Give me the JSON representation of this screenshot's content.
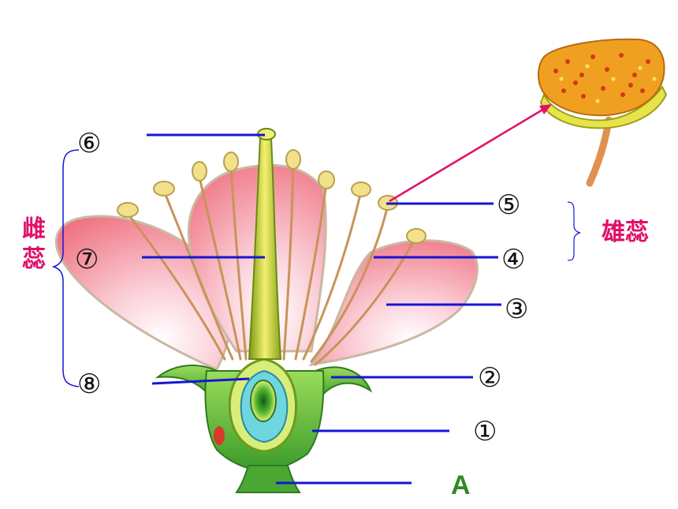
{
  "labels": {
    "n1": "①",
    "n2": "②",
    "n3": "③",
    "n4": "④",
    "n5": "⑤",
    "n6": "⑥",
    "n7": "⑦",
    "n8": "⑧",
    "a": "A",
    "pistil_1": "雌",
    "pistil_2": "蕊",
    "stamen": "雄蕊"
  },
  "colors": {
    "leader": "#1515d6",
    "pistil_text": "#e0106a",
    "stamen_text": "#e0106a",
    "label_a": "#2e8b1f",
    "arrow": "#e0106a",
    "petal": "#f28c98",
    "sepal": "#5fb83a",
    "anther": "#f2e08a"
  }
}
